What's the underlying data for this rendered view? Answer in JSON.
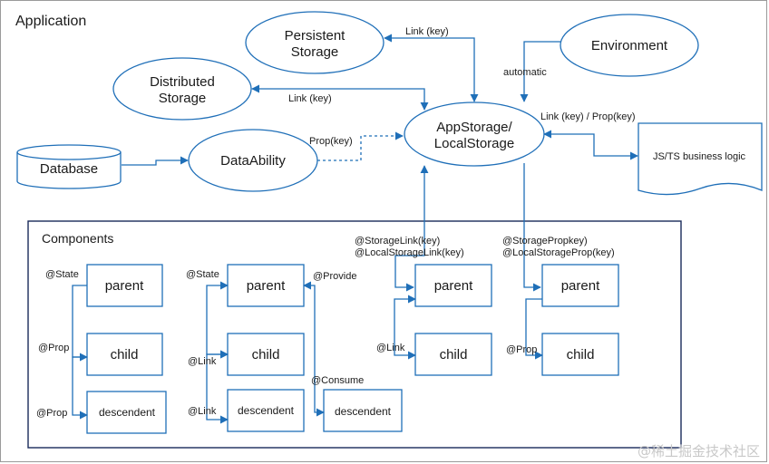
{
  "application_label": "Application",
  "components_label": "Components",
  "nodes": {
    "persistent_storage": [
      "Persistent",
      "Storage"
    ],
    "distributed_storage": [
      "Distributed",
      "Storage"
    ],
    "environment": "Environment",
    "appstorage": [
      "AppStorage/",
      "LocalStorage"
    ],
    "database": "Database",
    "dataability": "DataAbility",
    "business_logic": "JS/TS business logic"
  },
  "edges": {
    "link_key_persistent": "Link (key)",
    "link_key_distributed": "Link (key)",
    "automatic": "automatic",
    "prop_key": "Prop(key)",
    "link_prop_key": "Link (key) / Prop(key)"
  },
  "groups": {
    "state": {
      "decorators": [
        "@State",
        "@Prop",
        "@Prop"
      ],
      "boxes": [
        "parent",
        "child",
        "descendent"
      ]
    },
    "link": {
      "decorators": [
        "@State",
        "@Link",
        "@Link"
      ],
      "boxes": [
        "parent",
        "child",
        "descendent"
      ],
      "provide": "@Provide",
      "consume": "@Consume",
      "provide_box": "descendent"
    },
    "storage_link": {
      "decorators": [
        "@StorageLink(key)",
        "@LocalStorageLink(key)",
        "@Link"
      ],
      "boxes": [
        "parent",
        "child"
      ]
    },
    "storage_prop": {
      "decorators": [
        "@StoragePropkey)",
        "@LocalStorageProp(key)",
        "@Prop"
      ],
      "boxes": [
        "parent",
        "child"
      ]
    }
  },
  "watermark": "@稀土掘金技术社区",
  "colors": {
    "line": "#1f6fb8",
    "ellipse_stroke": "#1f6fb8",
    "box_stroke": "#1f6fb8",
    "components_border": "#1a2a5a"
  }
}
